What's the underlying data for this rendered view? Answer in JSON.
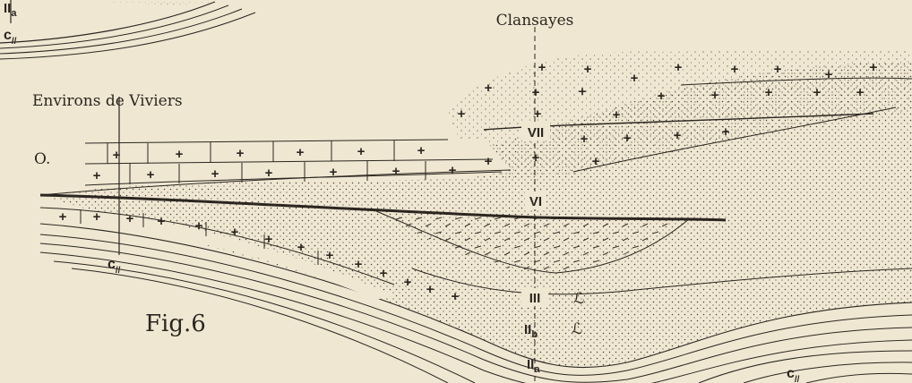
{
  "figure": {
    "caption": "Fig.6",
    "top_labels": {
      "clansayes": "Clansayes",
      "viviers": "Environs de Viviers"
    },
    "zero_label": "O."
  },
  "layers": {
    "vii": "VII",
    "vi": "VI",
    "iii": "III",
    "iib": "II",
    "iib_sub": "b",
    "iia_top": "II",
    "iia_top_sub": "a",
    "iia_bottom": "II",
    "iia_bottom_sub": "a",
    "c_left": "c",
    "c_left_mark": "//",
    "c_mid": "c",
    "c_mid_mark": "//",
    "c_right": "c",
    "c_right_mark": "//"
  },
  "symbols": {
    "fossil_1": "ℒ",
    "fossil_2": "ℒ"
  },
  "colors": {
    "paper": "#efe7d2",
    "ink": "#2b2620"
  }
}
